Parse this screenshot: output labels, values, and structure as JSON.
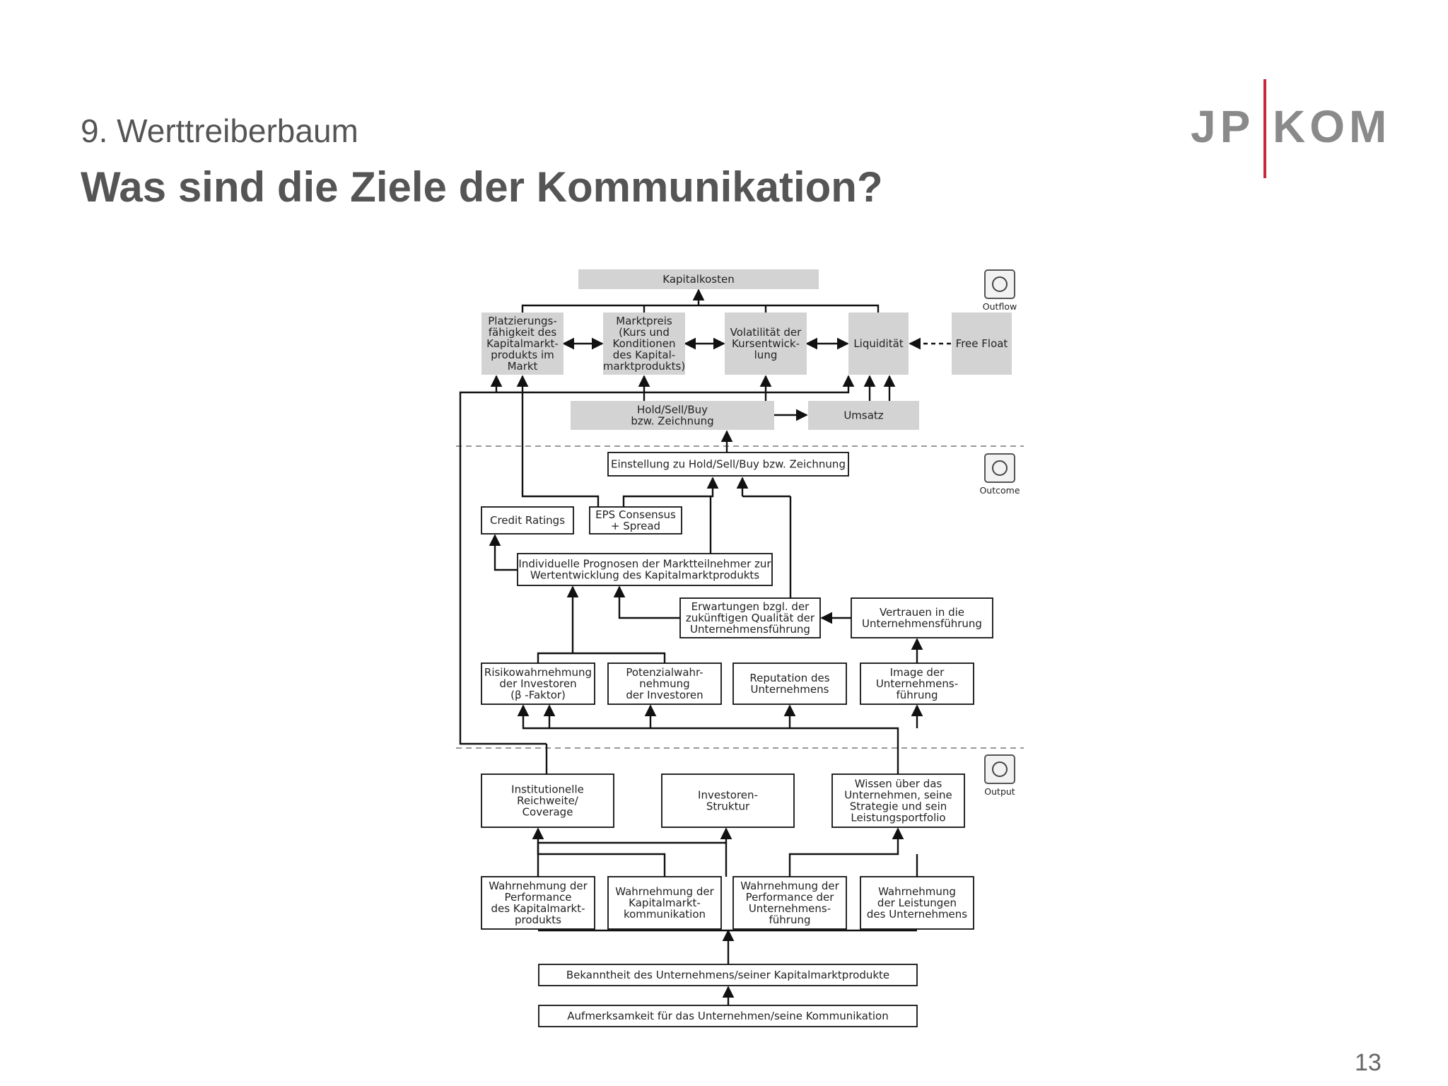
{
  "header": {
    "subtitle": "9. Werttreiberbaum",
    "title": "Was sind die Ziele der Kommunikation?"
  },
  "logo": {
    "left": "JP",
    "right": "KOM",
    "accent_color": "#c8283c"
  },
  "page_number": "13",
  "sections": {
    "outflow": {
      "label": "Outflow",
      "icon": "euro-coins-icon"
    },
    "outcome": {
      "label": "Outcome",
      "icon": "head-profile-icon"
    },
    "output": {
      "label": "Output",
      "icon": "newspaper-reader-icon"
    }
  },
  "nodes": {
    "kapitalkosten": [
      "Kapitalkosten"
    ],
    "platzierung": [
      "Platzierungs-",
      "fähigkeit des",
      "Kapitalmarkt-",
      "produkts im",
      "Markt"
    ],
    "marktpreis": [
      "Marktpreis",
      "(Kurs und",
      "Konditionen",
      "des Kapital-",
      "marktprodukts)"
    ],
    "volatilitaet": [
      "Volatilität der",
      "Kursentwick-",
      "lung"
    ],
    "liquiditaet": [
      "Liquidität"
    ],
    "free_float": [
      "Free Float"
    ],
    "hold_sell": [
      "Hold/Sell/Buy",
      "bzw. Zeichnung"
    ],
    "umsatz": [
      "Umsatz"
    ],
    "einstellung": [
      "Einstellung zu Hold/Sell/Buy bzw. Zeichnung"
    ],
    "credit": [
      "Credit Ratings"
    ],
    "eps": [
      "EPS Consensus",
      "+ Spread"
    ],
    "prognosen": [
      "Individuelle Prognosen der Marktteilnehmer zur",
      "Wertentwicklung des Kapitalmarktprodukts"
    ],
    "erwartungen": [
      "Erwartungen bzgl. der",
      "zukünftigen Qualität der",
      "Unternehmensführung"
    ],
    "vertrauen": [
      "Vertrauen in die",
      "Unternehmensführung"
    ],
    "risiko": [
      "Risikowahrnehmung",
      "der Investoren",
      "(β -Faktor)"
    ],
    "potenzial": [
      "Potenzialwahr-",
      "nehmung",
      "der Investoren"
    ],
    "reputation": [
      "Reputation des",
      "Unternehmens"
    ],
    "image": [
      "Image der",
      "Unternehmens-",
      "führung"
    ],
    "institutionelle": [
      "Institutionelle",
      "Reichweite/",
      "Coverage"
    ],
    "investoren_struktur": [
      "Investoren-",
      "Struktur"
    ],
    "wissen": [
      "Wissen über das",
      "Unternehmen, seine",
      "Strategie und sein",
      "Leistungsportfolio"
    ],
    "w_performance": [
      "Wahrnehmung der",
      "Performance",
      "des Kapitalmarkt-",
      "produkts"
    ],
    "w_kommunikation": [
      "Wahrnehmung der",
      "Kapitalmarkt-",
      "kommunikation"
    ],
    "w_unternehmensfuehrung": [
      "Wahrnehmung der",
      "Performance der",
      "Unternehmens-",
      "führung"
    ],
    "w_leistungen": [
      "Wahrnehmung",
      "der Leistungen",
      "des Unternehmens"
    ],
    "bekanntheit": [
      "Bekanntheit des Unternehmens/seiner Kapitalmarktprodukte"
    ],
    "aufmerksamkeit": [
      "Aufmerksamkeit für das Unternehmen/seine Kommunikation"
    ]
  },
  "colors": {
    "grey_fill": "#d3d3d3",
    "text": "#222222",
    "heading": "#555555"
  }
}
